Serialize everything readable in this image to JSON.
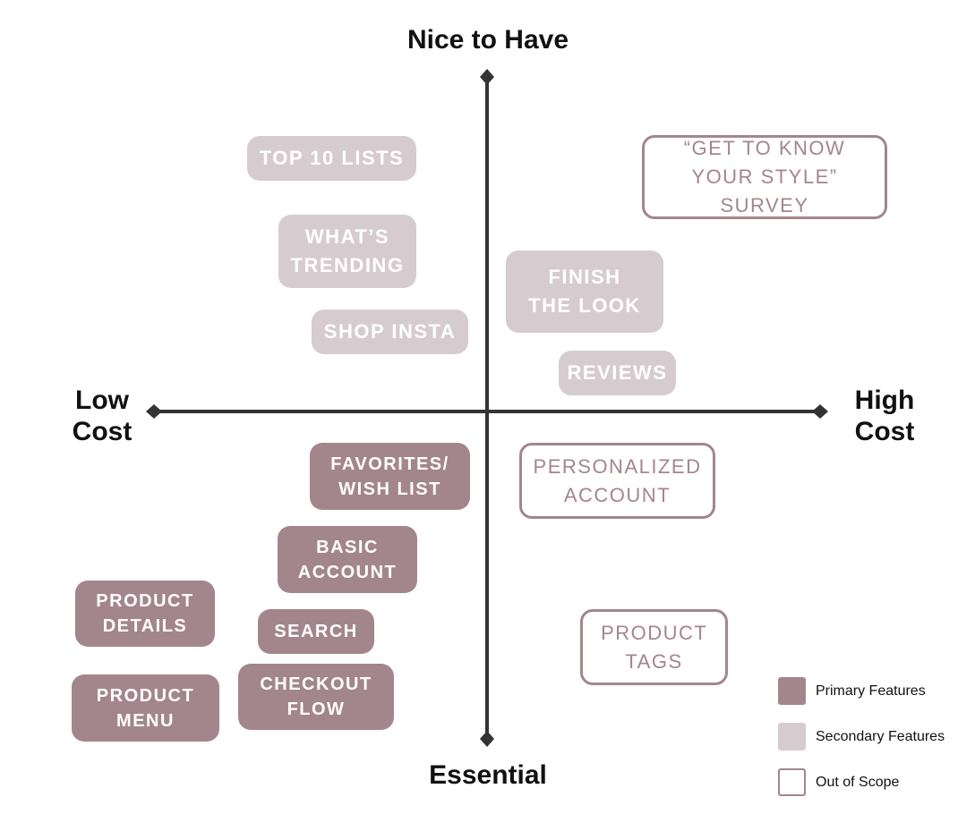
{
  "axes": {
    "top": "Nice to Have",
    "bottom": "Essential",
    "left": "Low Cost",
    "right": "High Cost"
  },
  "features": {
    "top10": "TOP 10 LISTS",
    "trending": "WHAT’S TRENDING",
    "shop_insta": "SHOP INSTA",
    "style_survey": "“GET TO KNOW YOUR STYLE” SURVEY",
    "finish_look": "FINISH THE LOOK",
    "reviews": "REVIEWS",
    "favorites": "FAVORITES/ WISH LIST",
    "personalized": "PERSONALIZED ACCOUNT",
    "basic_account": "BASIC ACCOUNT",
    "product_details": "PRODUCT DETAILS",
    "search": "SEARCH",
    "product_tags": "PRODUCT TAGS",
    "product_menu": "PRODUCT MENU",
    "checkout": "CHECKOUT FLOW"
  },
  "legend": {
    "primary": "Primary Features",
    "secondary": "Secondary Features",
    "scope": "Out of Scope"
  },
  "colors": {
    "primary": "#a3868b",
    "secondary": "#d6ccd0",
    "axis": "#333333"
  }
}
